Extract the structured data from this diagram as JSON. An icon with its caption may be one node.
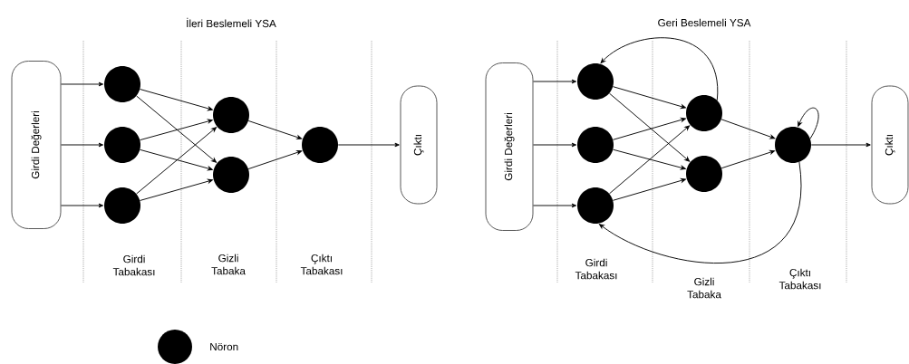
{
  "diagram": {
    "nodes": [
      {
        "text": [
          "Girdi Değerleri"
        ]
      },
      {
        "text": [],
        "shape": "circle"
      },
      {
        "text": [],
        "shape": "circle"
      },
      {
        "text": [],
        "shape": "circle"
      },
      {
        "text": [],
        "shape": "circle"
      },
      {
        "text": [],
        "shape": "circle"
      },
      {
        "text": [],
        "shape": "circle"
      },
      {
        "text": [
          "Çıktı"
        ]
      },
      {
        "text": [
          "Girdi Değerleri"
        ]
      },
      {
        "text": [],
        "shape": "circle"
      },
      {
        "text": [],
        "shape": "circle"
      },
      {
        "text": [],
        "shape": "circle"
      },
      {
        "text": [],
        "shape": "circle"
      },
      {
        "text": [],
        "shape": "circle"
      },
      {
        "text": [],
        "shape": "circle"
      },
      {
        "text": [
          "Çıktı"
        ]
      }
    ],
    "edges": [
      {
        "from": 0,
        "to": 1,
        "arrow": "to"
      },
      {
        "from": 0,
        "to": 2,
        "arrow": "to"
      },
      {
        "from": 0,
        "to": 3,
        "arrow": "to"
      },
      {
        "from": 1,
        "to": 4,
        "arrow": "to"
      },
      {
        "from": 1,
        "to": 5,
        "arrow": "to"
      },
      {
        "from": 2,
        "to": 4,
        "arrow": "to"
      },
      {
        "from": 2,
        "to": 5,
        "arrow": "to"
      },
      {
        "from": 3,
        "to": 4,
        "arrow": "to"
      },
      {
        "from": 3,
        "to": 5,
        "arrow": "to"
      },
      {
        "from": 4,
        "to": 6,
        "arrow": "to"
      },
      {
        "from": 5,
        "to": 6,
        "arrow": "to"
      },
      {
        "from": 6,
        "to": 7,
        "arrow": "to"
      },
      {
        "from": 8,
        "to": 9,
        "arrow": "to"
      },
      {
        "from": 8,
        "to": 10,
        "arrow": "to"
      },
      {
        "from": 8,
        "to": 11,
        "arrow": "to"
      },
      {
        "from": 9,
        "to": 12,
        "arrow": "to"
      },
      {
        "from": 9,
        "to": 13,
        "arrow": "to"
      },
      {
        "from": 10,
        "to": 12,
        "arrow": "to"
      },
      {
        "from": 10,
        "to": 13,
        "arrow": "to"
      },
      {
        "from": 11,
        "to": 12,
        "arrow": "to"
      },
      {
        "from": 11,
        "to": 13,
        "arrow": "to"
      },
      {
        "from": 12,
        "to": 14,
        "arrow": "to"
      },
      {
        "from": 13,
        "to": 14,
        "arrow": "to"
      },
      {
        "from": 14,
        "to": 15,
        "arrow": "to"
      },
      {
        "from": 12,
        "to": 9,
        "arrow": "to"
      },
      {
        "from": 14,
        "to": 11,
        "arrow": "to"
      },
      {
        "from": 14,
        "to": 14,
        "arrow": "to"
      }
    ],
    "labels": [
      "İleri Beslemeli YSA",
      "Geri Beslemeli YSA",
      "Girdi Tabakası",
      "Gizli Tabaka",
      "Çıktı Tabakası",
      "Girdi Tabakası",
      "Gizli Tabaka",
      "Çıktı Tabakası"
    ],
    "legend": [
      {
        "text": "Nöron"
      }
    ]
  }
}
